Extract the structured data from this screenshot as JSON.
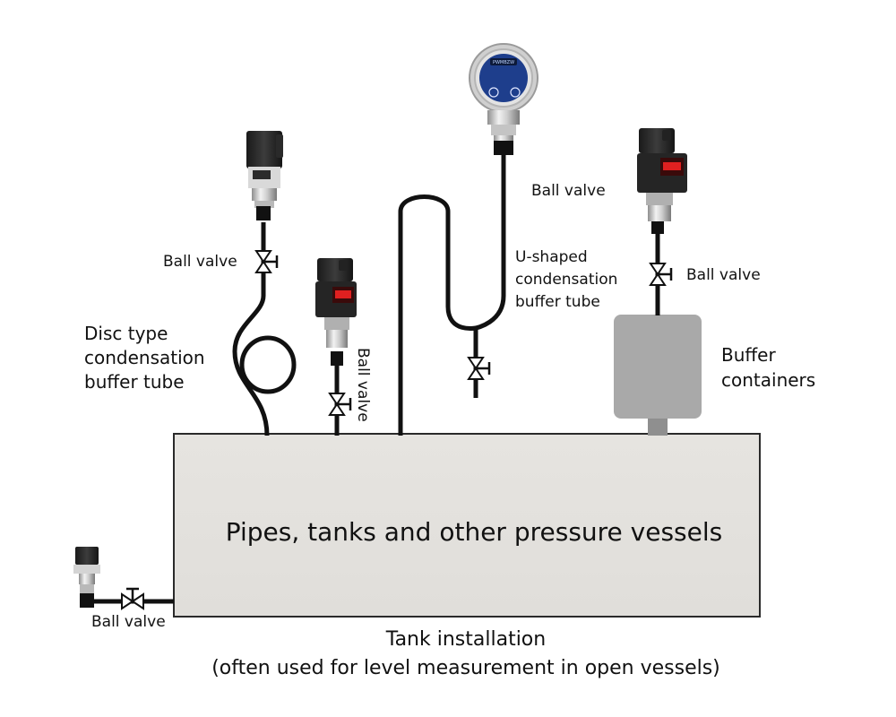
{
  "vessel_label": "Pipes, tanks and other pressure vessels",
  "caption": {
    "line1": "Tank installation",
    "line2": "(often used for level measurement in open vessels)"
  },
  "labels": {
    "ball_valve_left": "Ball valve",
    "ball_valve_mid": "Ball valve",
    "ball_valve_top_center": "Ball valve",
    "ball_valve_right": "Ball valve",
    "ball_valve_bottom": "Ball valve",
    "disc_tube": [
      "Disc type",
      "condensation",
      "buffer tube"
    ],
    "u_tube": [
      "U-shaped",
      "condensation",
      "buffer tube"
    ],
    "buffer": [
      "Buffer",
      "containers"
    ]
  },
  "display_text": "PWMBZW",
  "colors": {
    "pipe": "#111111",
    "vessel_fill": "#e5e3df",
    "buffer_fill": "#a9a9a9",
    "display_blue": "#1e3e8c",
    "display_red": "#e02020"
  }
}
